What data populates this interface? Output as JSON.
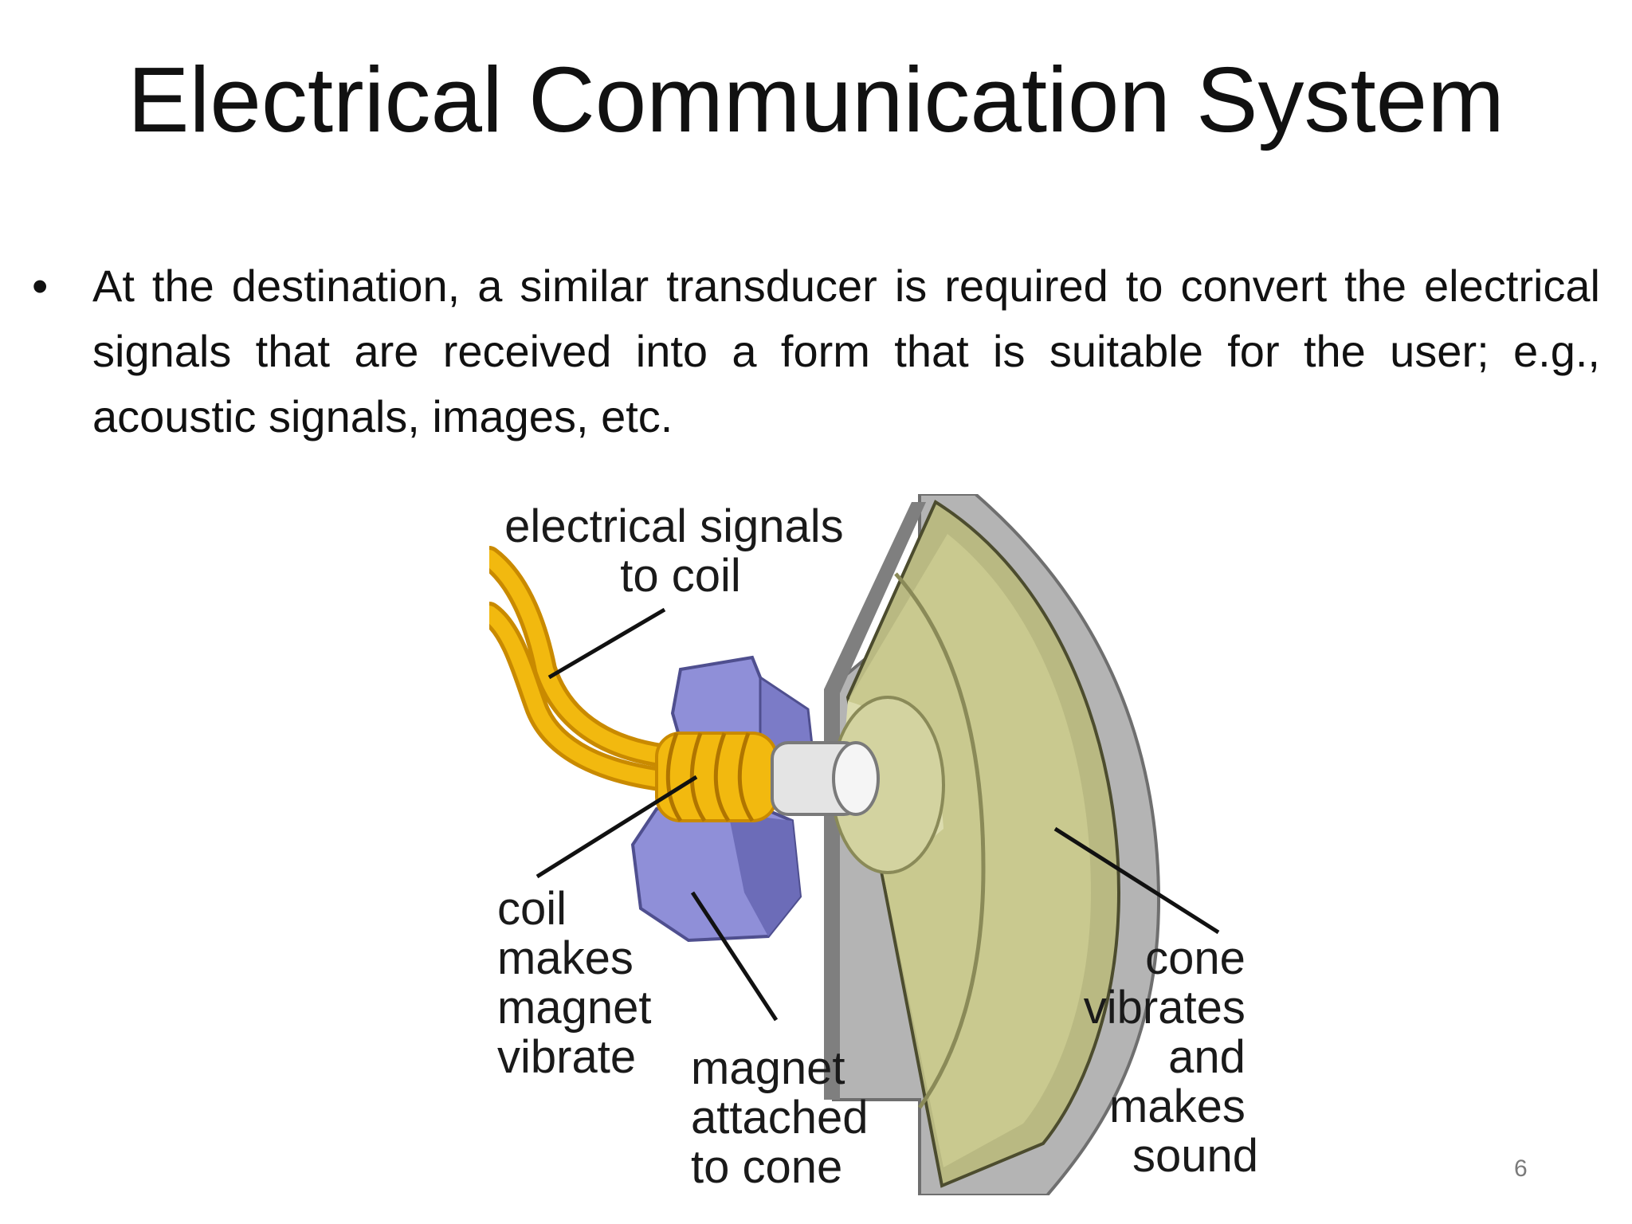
{
  "slide": {
    "title": "Electrical Communication System",
    "bullets": [
      {
        "marker": "•",
        "text": "At the destination, a similar transducer is required to convert the electrical signals that are received into a form that is suitable for the user; e.g., acoustic signals, images, etc."
      }
    ],
    "page_number": "6"
  },
  "figure": {
    "labels": {
      "electrical_signals": [
        "electrical signals",
        "to coil"
      ],
      "coil": [
        "coil",
        "makes",
        "magnet",
        "vibrate"
      ],
      "magnet": [
        "magnet",
        "attached",
        "to cone"
      ],
      "cone": [
        "cone",
        "vibrates",
        "and",
        "makes",
        "sound"
      ]
    },
    "colors": {
      "wire": "#f2b90f",
      "wire_dark": "#c98a00",
      "magnet": "#8f8fd8",
      "magnet_dark": "#6c6cb8",
      "cone": "#c9c98f",
      "cone_light": "#dcdcae",
      "frame": "#b4b4b4",
      "frame_dark": "#7f7f7f",
      "pole": "#e4e4e4"
    }
  }
}
